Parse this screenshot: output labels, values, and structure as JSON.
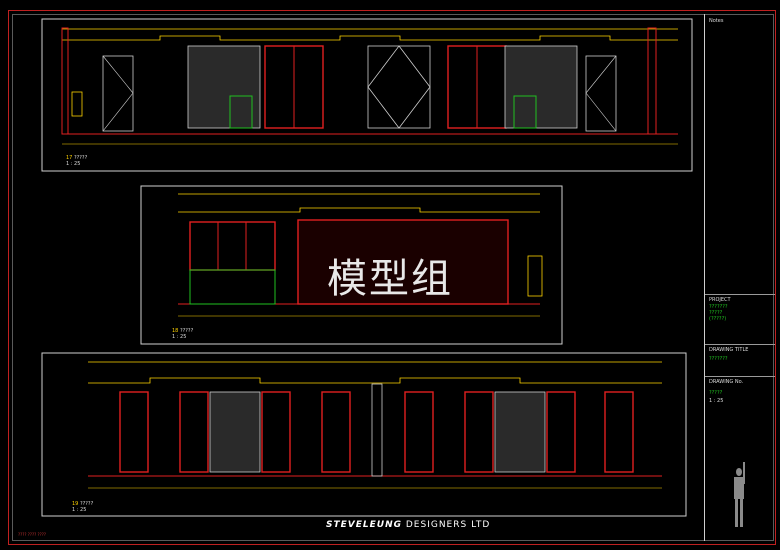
{
  "watermark": "模型组",
  "views": [
    {
      "number": "17",
      "code": "?????",
      "scale": "1 : 25"
    },
    {
      "number": "18",
      "code": "?????",
      "scale": "1 : 25"
    },
    {
      "number": "19",
      "code": "?????",
      "scale": "1 : 25"
    }
  ],
  "title_block": {
    "notes_label": "Notes",
    "project_label": "PROJECT",
    "project_lines": [
      "???????",
      "?????",
      "(?????)"
    ],
    "drawing_title_label": "DRAWING TITLE",
    "drawing_title": "???????",
    "drawing_no_label": "DRAWING No.",
    "drawing_no": "?????",
    "scale": "1 : 25"
  },
  "footer": {
    "brand_main": "STEVELEUNG",
    "brand_sub": " DESIGNERS LTD"
  },
  "footnote": "???? ???? ????",
  "colors": {
    "frame": "#c02020",
    "panel": "#cfcfcf",
    "lattice": "#e02020",
    "dim": "#ffd400",
    "accent": "#20c020",
    "stone": "#6b6b6b"
  }
}
